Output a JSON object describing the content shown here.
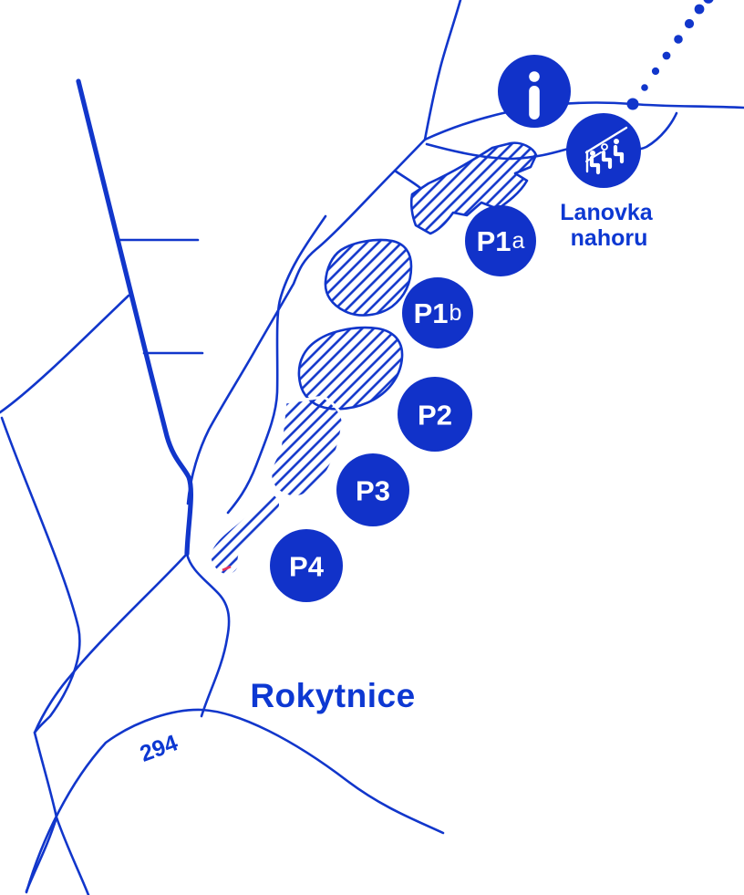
{
  "map": {
    "background": "#ffffff",
    "colors": {
      "road_blue": "#1136cb",
      "marker_blue": "#1132c9",
      "label_blue": "#0d38d2",
      "glyph_white": "#ffffff",
      "accent_red": "#e8315b"
    },
    "town_label": "Rokytnice",
    "road_number": "294",
    "cablecar_label_line1": "Lanovka",
    "cablecar_label_line2": "nahoru",
    "markers": {
      "info": {
        "label": "i"
      },
      "p1a": {
        "main": "P1",
        "sub": "a"
      },
      "p1b": {
        "main": "P1",
        "sub": "b"
      },
      "p2": {
        "label": "P2"
      },
      "p3": {
        "label": "P3"
      },
      "p4": {
        "label": "P4"
      }
    }
  }
}
